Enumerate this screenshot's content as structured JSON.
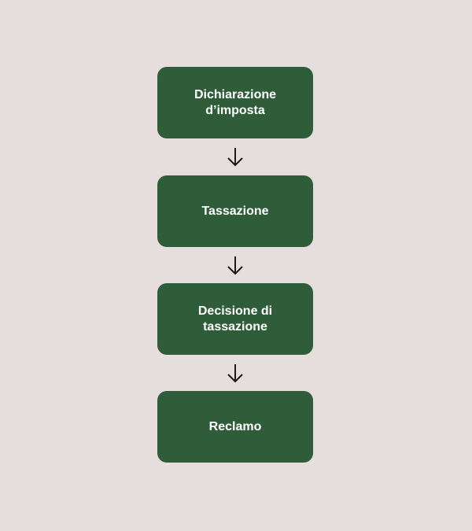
{
  "flowchart": {
    "steps": [
      {
        "label": "Dichiarazione\nd’imposta"
      },
      {
        "label": "Tassazione"
      },
      {
        "label": "Decisione di\ntassazione"
      },
      {
        "label": "Reclamo"
      }
    ]
  },
  "colors": {
    "background": "#e6dedd",
    "box_fill": "#2f5d3a",
    "box_text": "#ffffff",
    "arrow": "#1a1a1a"
  },
  "icons": {
    "connector": "arrow-down-icon"
  }
}
